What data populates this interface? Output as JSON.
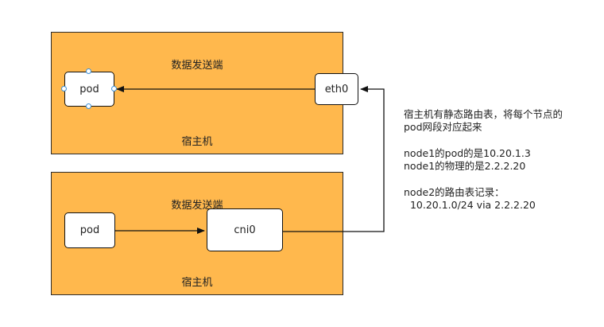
{
  "hosts": [
    {
      "title": "数据发送端",
      "label": "宿主机"
    },
    {
      "title": "数据发送端",
      "label": "宿主机"
    }
  ],
  "nodes": {
    "pod1": "pod",
    "eth0": "eth0",
    "pod2": "pod",
    "cni0": "cni0"
  },
  "notes": [
    "宿主机有静态路由表，将每个节点的",
    "pod网段对应起来",
    "node1的pod的是10.20.1.3",
    "node1的物理的是2.2.2.20",
    "node2的路由表记录：",
    "  10.20.1.0/24 via 2.2.2.20"
  ],
  "colors": {
    "host_fill": "#FFB84D",
    "selection_handle": "#3b8fd6"
  }
}
